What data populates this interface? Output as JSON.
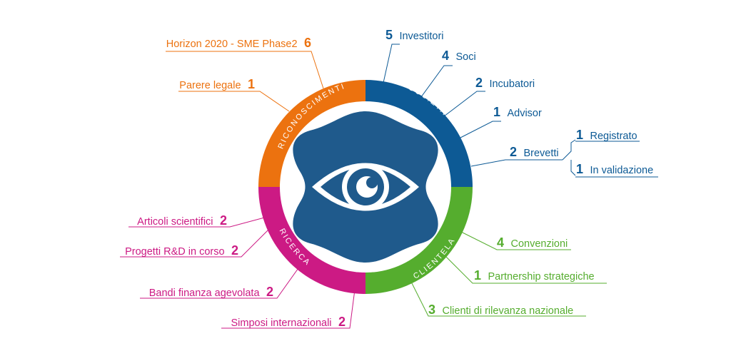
{
  "colors": {
    "societa": "#0d5a95",
    "clientela": "#55ad2e",
    "ricerca": "#cc1a84",
    "riconoscimenti": "#ec720f",
    "logo": "#1f5a8c"
  },
  "center_icon": "eye-logo-icon",
  "segments": {
    "societa": "SOCIETÀ",
    "clientela": "CLIENTELA",
    "ricerca": "RICERCA",
    "riconoscimenti": "RICONOSCIMENTI"
  },
  "societa_items": [
    {
      "num": "5",
      "label": "Investitori"
    },
    {
      "num": "4",
      "label": "Soci"
    },
    {
      "num": "2",
      "label": "Incubatori"
    },
    {
      "num": "1",
      "label": "Advisor"
    },
    {
      "num": "2",
      "label": "Brevetti"
    }
  ],
  "brevetti_sub": [
    {
      "num": "1",
      "label": "Registrato"
    },
    {
      "num": "1",
      "label": "In validazione"
    }
  ],
  "clientela_items": [
    {
      "num": "4",
      "label": "Convenzioni"
    },
    {
      "num": "1",
      "label": "Partnership strategiche"
    },
    {
      "num": "3",
      "label": "Clienti di rilevanza nazionale"
    }
  ],
  "ricerca_items": [
    {
      "label": "Articoli scientifici",
      "num": "2"
    },
    {
      "label": "Progetti R&D in corso",
      "num": "2"
    },
    {
      "label": "Bandi finanza agevolata",
      "num": "2"
    },
    {
      "label": "Simposi internazionali",
      "num": "2"
    }
  ],
  "riconoscimenti_items": [
    {
      "label": "Horizon 2020 - SME Phase2",
      "num": "6"
    },
    {
      "label": "Parere legale",
      "num": "1"
    }
  ]
}
